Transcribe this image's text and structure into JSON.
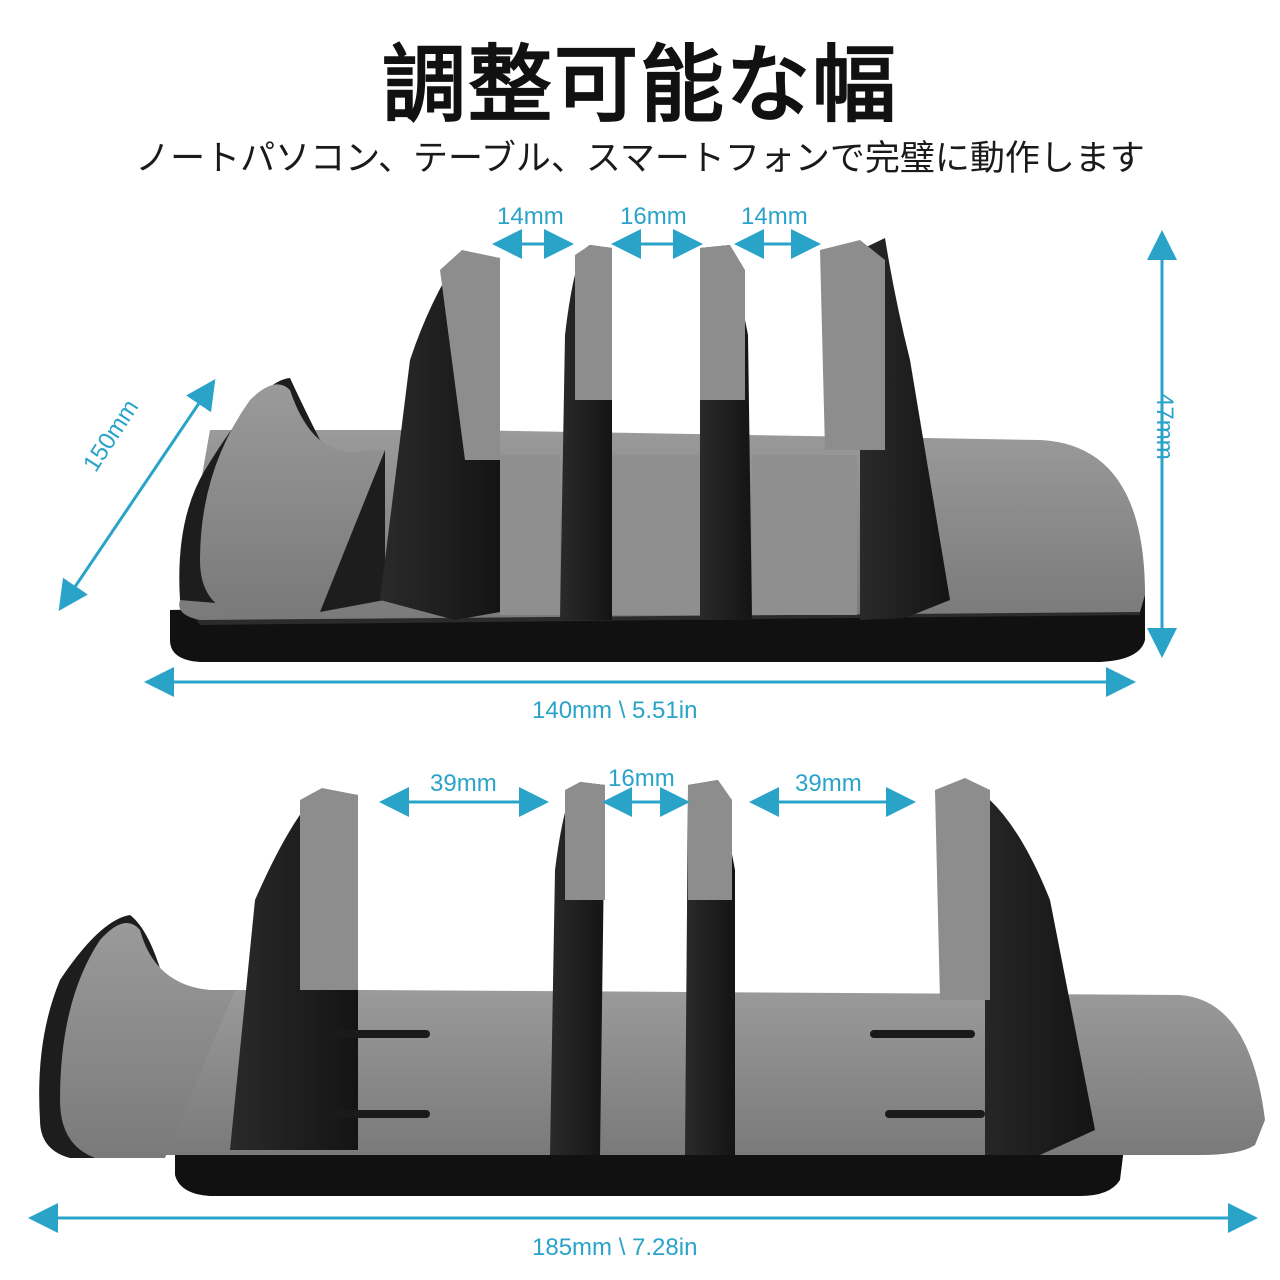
{
  "header": {
    "title": "調整可能な幅",
    "subtitle": "ノートパソコン、テーブル、スマートフォンで完璧に動作します"
  },
  "top_view": {
    "gap_left": "14mm",
    "gap_middle": "16mm",
    "gap_right": "14mm",
    "depth": "150mm",
    "height": "47mm",
    "width": "140mm \\ 5.51in"
  },
  "bottom_view": {
    "gap_left": "39mm",
    "gap_middle": "16mm",
    "gap_right": "39mm",
    "width": "185mm \\ 7.28in"
  },
  "colors": {
    "dimension": "#2aa3c9",
    "stand_dark": "#1c1c1c",
    "stand_grey": "#8a8a8a"
  }
}
